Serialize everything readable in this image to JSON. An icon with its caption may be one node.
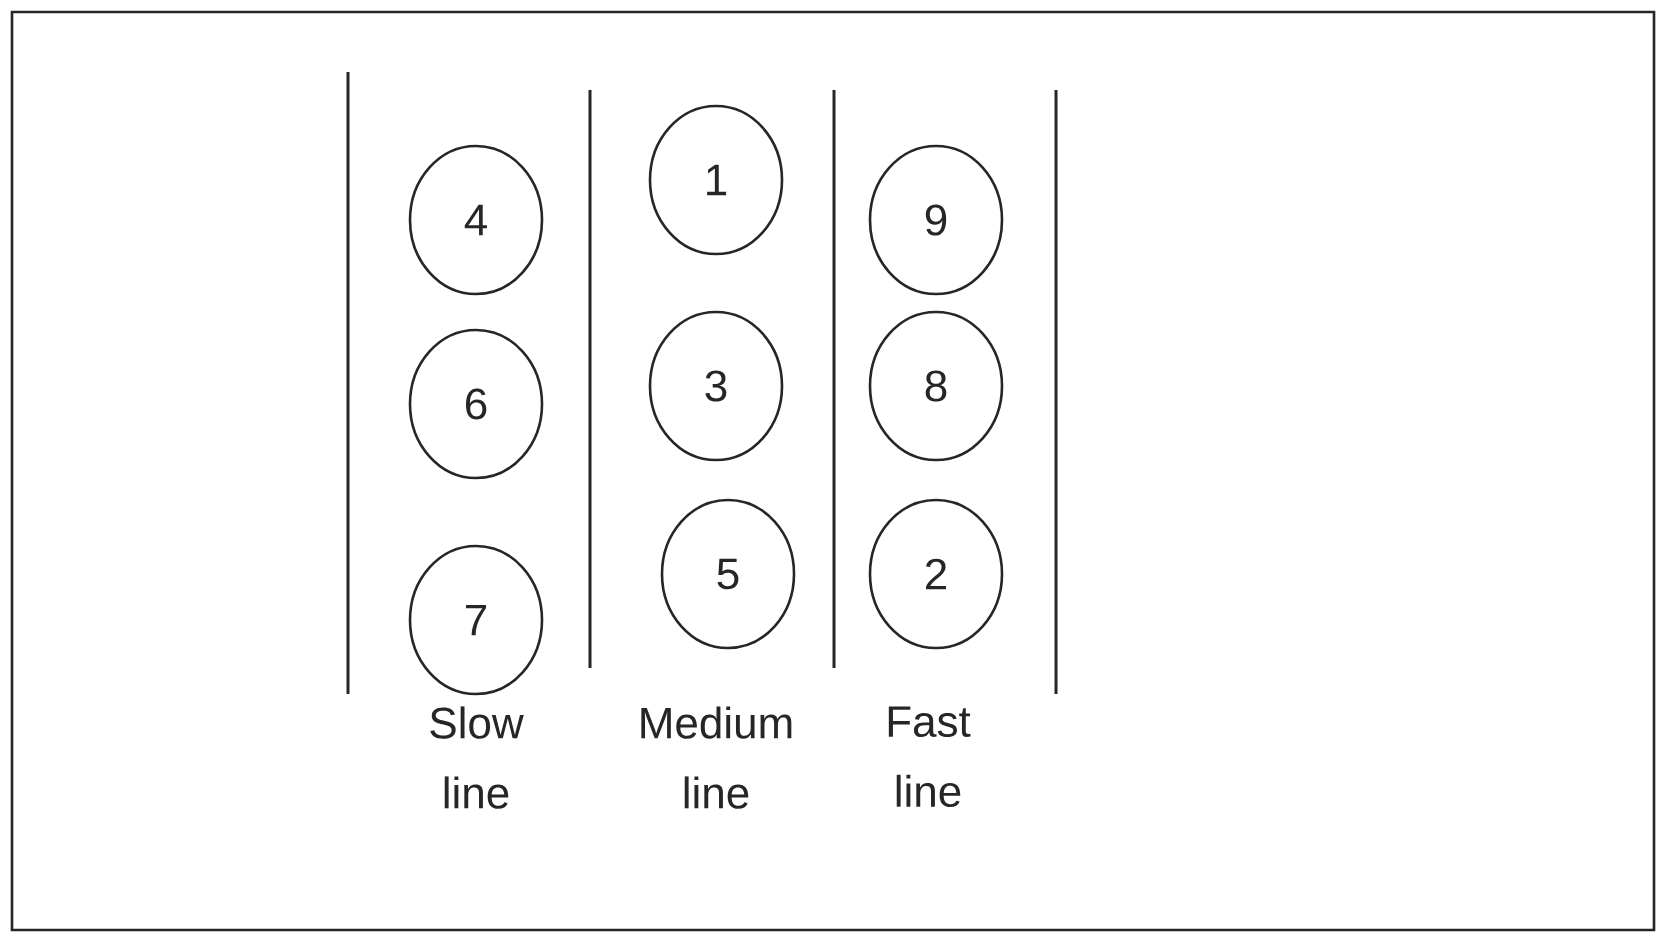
{
  "diagram": {
    "nodes": [
      {
        "text": [
          "4"
        ]
      },
      {
        "text": [
          "6"
        ]
      },
      {
        "text": [
          "7"
        ]
      },
      {
        "text": [
          "1"
        ]
      },
      {
        "text": [
          "3"
        ]
      },
      {
        "text": [
          "5"
        ]
      },
      {
        "text": [
          "9"
        ]
      },
      {
        "text": [
          "8"
        ]
      },
      {
        "text": [
          "2"
        ]
      }
    ],
    "labels": [
      "Slow line",
      "Medium line",
      "Fast line"
    ]
  }
}
